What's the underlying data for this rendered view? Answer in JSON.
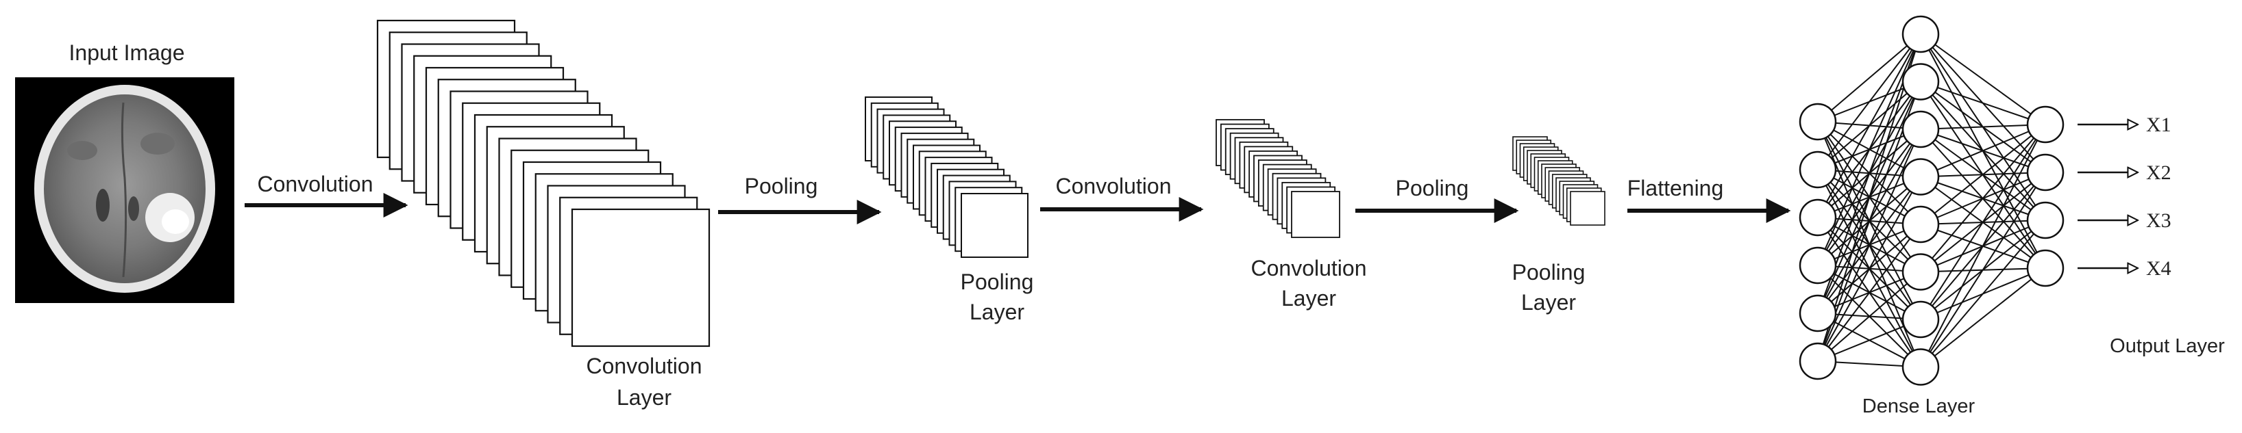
{
  "input": {
    "title": "Input Image"
  },
  "steps": {
    "convolution_1": "Convolution",
    "pooling_1": "Pooling",
    "convolution_2": "Convolution",
    "pooling_2": "Pooling",
    "flattening": "Flattening"
  },
  "layers": {
    "conv1": {
      "line1": "Convolution",
      "line2": "Layer",
      "map_count": 17
    },
    "pool1": {
      "line1": "Pooling",
      "line2": "Layer",
      "map_count": 17
    },
    "conv2": {
      "line1": "Convolution",
      "line2": "Layer",
      "map_count": 17
    },
    "pool2": {
      "line1": "Pooling",
      "line2": "Layer",
      "map_count": 17
    }
  },
  "dense": {
    "label": "Dense Layer",
    "column1_nodes": 6,
    "column2_nodes": 8
  },
  "output": {
    "label": "Output Layer",
    "node_count": 4,
    "names": [
      "X1",
      "X2",
      "X3",
      "X4"
    ]
  },
  "colors": {
    "ink": "#111111",
    "text": "#222222",
    "scan_background": "#000000",
    "paper": "#ffffff"
  }
}
